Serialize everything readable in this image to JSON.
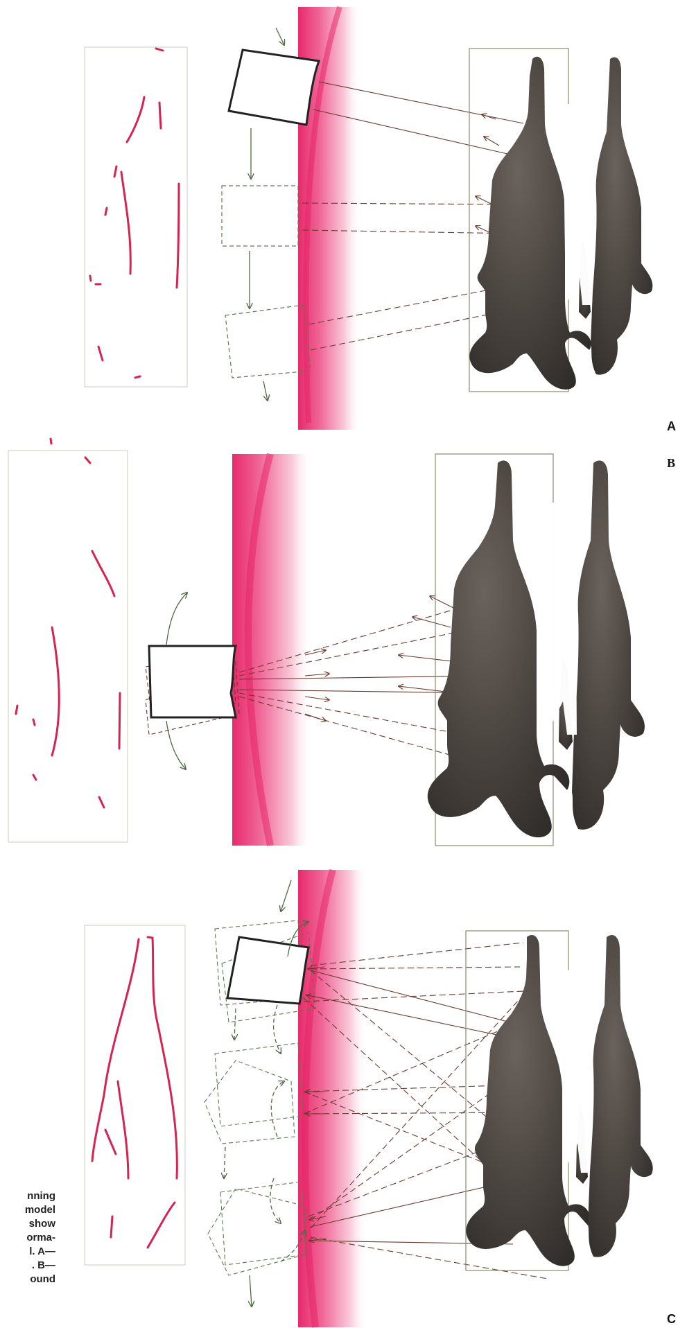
{
  "figure": {
    "panels": [
      {
        "id": "A",
        "label": "A"
      },
      {
        "id": "B",
        "label": "B"
      },
      {
        "id": "C",
        "label": "C"
      }
    ],
    "caption_fragments": [
      "nning",
      "model",
      "show",
      "orma-",
      "l. A—",
      ". B—",
      "ound"
    ]
  },
  "colors": {
    "echo_line": "#d4244f",
    "skin": "#e8246a",
    "transducer": "#222222",
    "green_dash": "#5d7a4f",
    "beam_dash": "#6b3b2e",
    "model_body": "#4a4440",
    "frame": "#8a8a6e"
  }
}
